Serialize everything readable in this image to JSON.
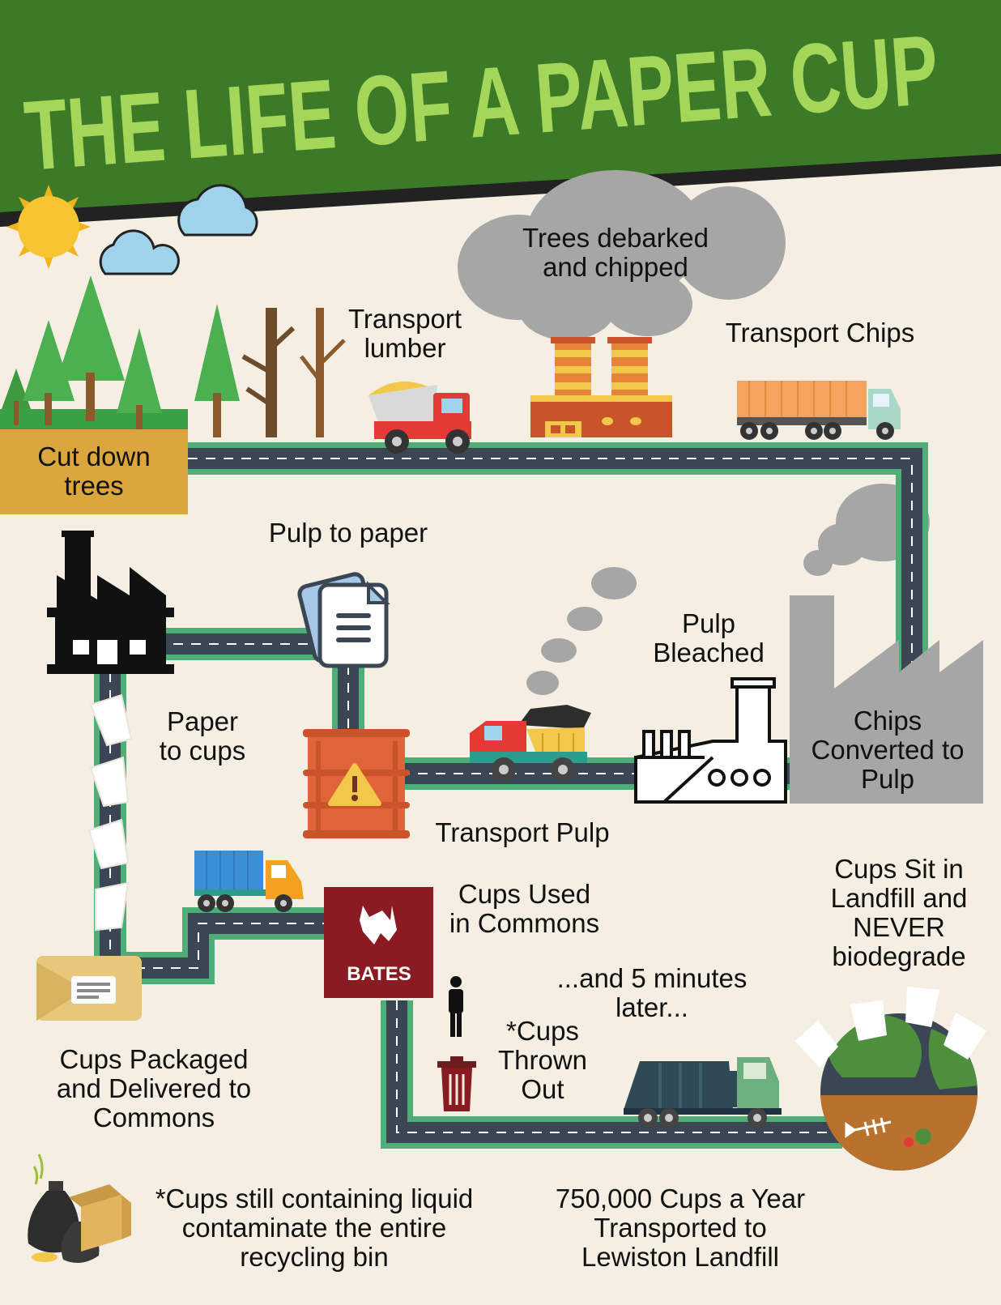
{
  "title": "THE LIFE OF A PAPER CUP",
  "colors": {
    "banner": "#3d7a27",
    "title_green": "#a4d65a",
    "background": "#f5efe3",
    "road": "#3a4653",
    "road_border": "#4eae78",
    "smoke": "#a6a6a6",
    "label_box": "#dba63c",
    "bates": "#8a1b22"
  },
  "icons": [
    "sun-icon",
    "cloud-icon",
    "tree-icon",
    "dump-truck-icon",
    "factory-icon",
    "container-truck-icon",
    "smoke-icon",
    "document-icon",
    "barrel-icon",
    "warning-icon",
    "paper-cup-icon",
    "envelope-icon",
    "person-icon",
    "trash-can-icon",
    "garbage-truck-icon",
    "earth-icon",
    "fish-bone-icon",
    "garbage-bag-icon",
    "cardboard-box-icon"
  ],
  "steps": {
    "cut_down_trees": "Cut down\ntrees",
    "transport_lumber": "Transport\nlumber",
    "debarked": "Trees debarked\nand chipped",
    "transport_chips": "Transport Chips",
    "pulp_to_paper": "Pulp to paper",
    "pulp_bleached": "Pulp\nBleached",
    "chips_converted": "Chips\nConverted to\nPulp",
    "paper_to_cups": "Paper\nto cups",
    "transport_pulp": "Transport Pulp",
    "cups_used": "Cups Used\nin Commons",
    "cups_packaged": "Cups Packaged\nand Delivered to\nCommons",
    "landfill_never": "Cups Sit in\nLandfill and\nNEVER\nbiodegrade",
    "five_minutes": "...and 5 minutes\nlater...",
    "thrown_out": "*Cups\nThrown\nOut",
    "contaminate_note": "*Cups still containing liquid\ncontaminate the entire\nrecycling bin",
    "annual_count": "750,000 Cups a Year\nTransported to\nLewiston Landfill"
  },
  "bates_logo_text": "BATES"
}
